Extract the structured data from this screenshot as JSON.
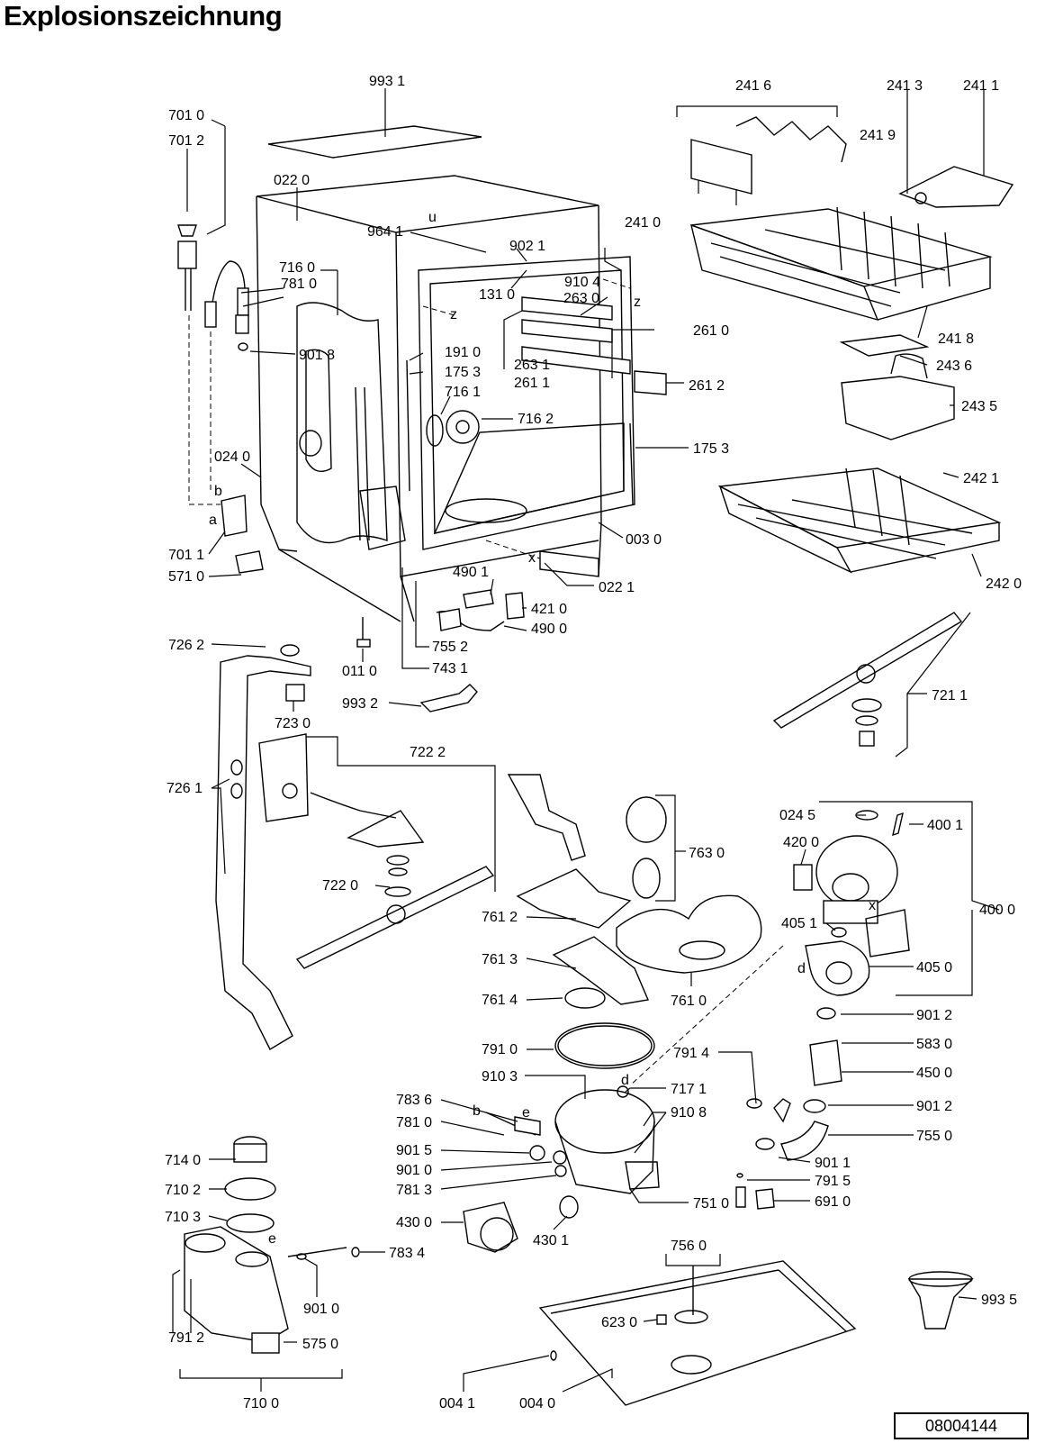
{
  "title": "Explosionszeichnung",
  "document_number": "08004144",
  "labels": {
    "l9931": "993 1",
    "l2416": "241 6",
    "l2413": "241 3",
    "l2411": "241 1",
    "l7010": "701 0",
    "l7012": "701 2",
    "l2419": "241 9",
    "l0220": "022 0",
    "l9641": "964 1",
    "l9021": "902 1",
    "l2410": "241 0",
    "l7160": "716 0",
    "l7810": "781 0",
    "l9104": "910 4",
    "l1310": "131 0",
    "l2630": "263 0",
    "l2610": "261 0",
    "l2418": "241 8",
    "l9018": "901 8",
    "l1910": "191 0",
    "l1753a": "175 3",
    "l2631": "263 1",
    "l2611": "261 1",
    "l2612": "261 2",
    "l2436": "243 6",
    "l7161": "716 1",
    "l7162": "716 2",
    "l2435": "243 5",
    "l1753b": "175 3",
    "l0240": "024 0",
    "l2421": "242 1",
    "l0030": "003 0",
    "l7011": "701 1",
    "l4901": "490 1",
    "l0221": "022 1",
    "l5710": "571 0",
    "l4210": "421 0",
    "l2420": "242 0",
    "l4900": "490 0",
    "l7262": "726 2",
    "l7552": "755 2",
    "l0110": "011 0",
    "l7431": "743 1",
    "l7211": "721 1",
    "l9932": "993 2",
    "l7230": "723 0",
    "l7222": "722 2",
    "l7261": "726 1",
    "l7630": "763 0",
    "l0245": "024 5",
    "l4001": "400 1",
    "l4200": "420 0",
    "l7220": "722 0",
    "l4000": "400 0",
    "l7612": "761 2",
    "l4051": "405 1",
    "l7613": "761 3",
    "l4050": "405 0",
    "l7614": "761 4",
    "l7610": "761 0",
    "l9012a": "901 2",
    "l7910": "791 0",
    "l7914": "791 4",
    "l5830": "583 0",
    "l9103": "910 3",
    "l7171": "717 1",
    "l4500": "450 0",
    "l7836": "783 6",
    "l9108": "910 8",
    "l7810b": "781 0",
    "l9012b": "901 2",
    "l7550": "755 0",
    "l7140": "714 0",
    "l9015": "901 5",
    "l9010": "901 0",
    "l9011": "901 1",
    "l7102": "710 2",
    "l7813": "781 3",
    "l7915": "791 5",
    "l7510": "751 0",
    "l6910": "691 0",
    "l7103": "710 3",
    "l4300": "430 0",
    "l4301": "430 1",
    "l7834": "783 4",
    "l7560": "756 0",
    "l9935": "993 5",
    "l9010b": "901 0",
    "l6230": "623 0",
    "l7912": "791 2",
    "l5750": "575 0",
    "l0041": "004 1",
    "l0040": "004 0",
    "l7100": "710 0"
  },
  "letters": {
    "a": "a",
    "b": "b",
    "d": "d",
    "e": "e",
    "x": "x",
    "z": "z",
    "u": "u"
  }
}
